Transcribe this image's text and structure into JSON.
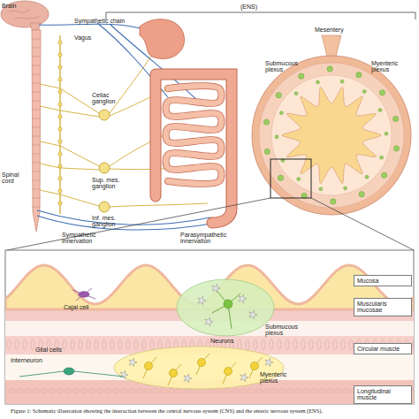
{
  "diagram": {
    "caption": "Figure 1: Schematic illustration showing the interaction between the central nervous system (CNS) and the enteric nervous system (ENS).",
    "nodes": [
      {
        "text": [
          "Mucosa"
        ]
      },
      {
        "text": [
          "Muscularis mucosae"
        ]
      },
      {
        "text": [
          "Circular muscle"
        ]
      },
      {
        "text": [
          "Longitudinal muscle"
        ]
      }
    ],
    "labels": [
      "Brain",
      "Sympathetic chain",
      "Vagus",
      "Celiac ganglion",
      "Spinal cord",
      "Sup. mes. ganglion",
      "Inf. mes. ganglion",
      "Sympathetic innervation",
      "Parasympathetic innervation",
      "(ENS)",
      "Mesentery",
      "Submucous plexus",
      "Myenteric plexus",
      "Submucous plexus",
      "Myenteric plexus",
      "Cajal cell",
      "Neurons",
      "Glial cells",
      "Interneuron"
    ]
  }
}
